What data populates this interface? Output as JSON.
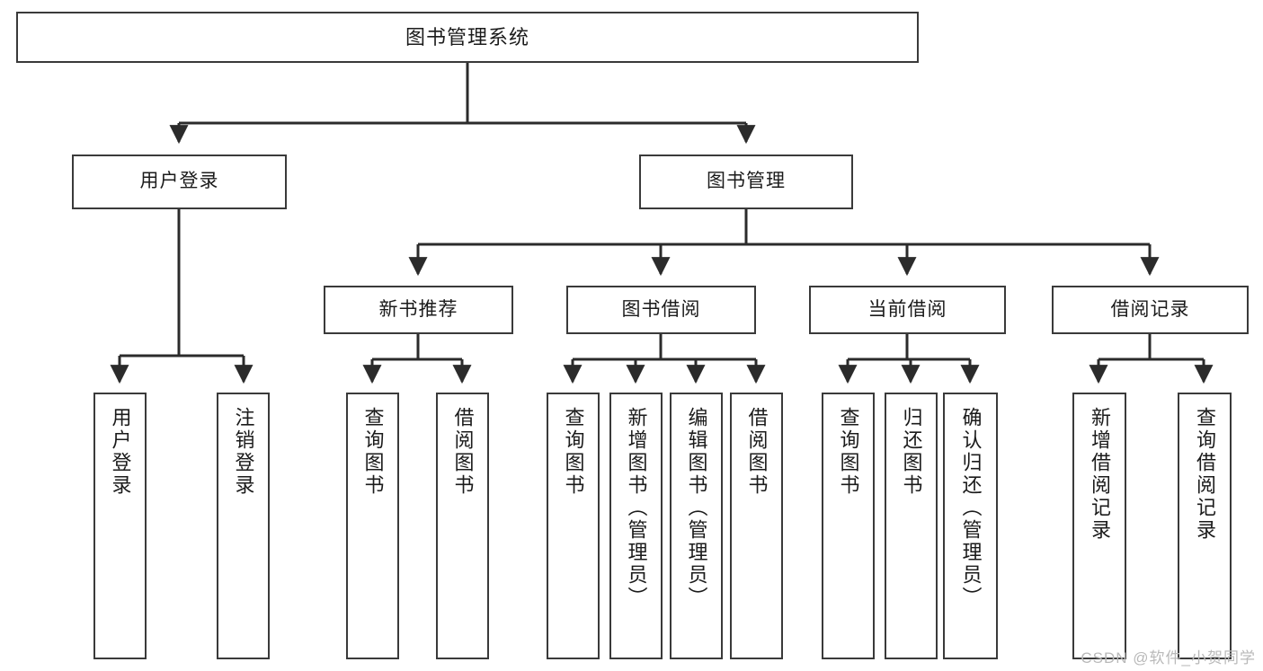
{
  "diagram": {
    "type": "tree-hierarchy-chart",
    "title": "图书管理系统",
    "watermark": "CSDN @软件_小贺同学",
    "colors": {
      "box_border": "#3a3a3a",
      "box_fill": "#ffffff",
      "connector": "#2b2b2b",
      "text": "#1b1b1b",
      "watermark": "#b9b9b9"
    },
    "nodes": {
      "root": {
        "label": "图书管理系统"
      },
      "level2": [
        {
          "label": "用户登录"
        },
        {
          "label": "图书管理"
        }
      ],
      "level3": [
        {
          "label": "新书推荐"
        },
        {
          "label": "图书借阅"
        },
        {
          "label": "当前借阅"
        },
        {
          "label": "借阅记录"
        }
      ],
      "leaves": {
        "user_login": [
          {
            "label": "用户登录"
          },
          {
            "label": "注销登录"
          }
        ],
        "new_book_recommend": [
          {
            "label": "查询图书"
          },
          {
            "label": "借阅图书"
          }
        ],
        "book_borrow": [
          {
            "label": "查询图书"
          },
          {
            "label": "新增图书（管理员）"
          },
          {
            "label": "编辑图书（管理员）"
          },
          {
            "label": "借阅图书"
          }
        ],
        "current_borrow": [
          {
            "label": "查询图书"
          },
          {
            "label": "归还图书"
          },
          {
            "label": "确认归还（管理员）"
          }
        ],
        "borrow_record": [
          {
            "label": "新增借阅记录"
          },
          {
            "label": "查询借阅记录"
          }
        ]
      }
    }
  }
}
